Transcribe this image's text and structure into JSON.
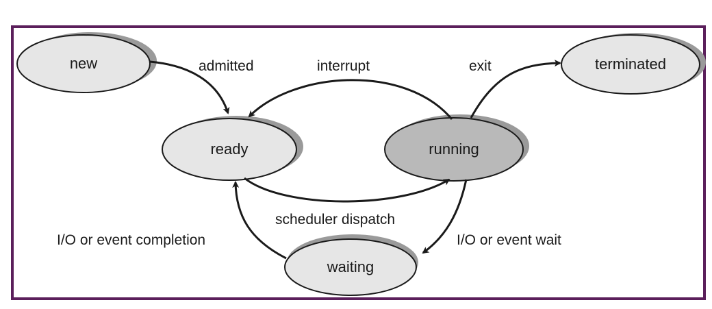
{
  "diagram": {
    "colors": {
      "frame": "#5b1f5b",
      "state_fill": "#e6e6e6",
      "running_fill": "#b9b9b9",
      "shadow": "#9a9a9a",
      "stroke": "#1a1a1a"
    },
    "states": {
      "new": "new",
      "ready": "ready",
      "running": "running",
      "waiting": "waiting",
      "terminated": "terminated"
    },
    "transitions": {
      "admitted": "admitted",
      "interrupt": "interrupt",
      "exit": "exit",
      "scheduler_dispatch": "scheduler dispatch",
      "io_event_completion": "I/O or event completion",
      "io_event_wait": "I/O or event wait"
    }
  }
}
